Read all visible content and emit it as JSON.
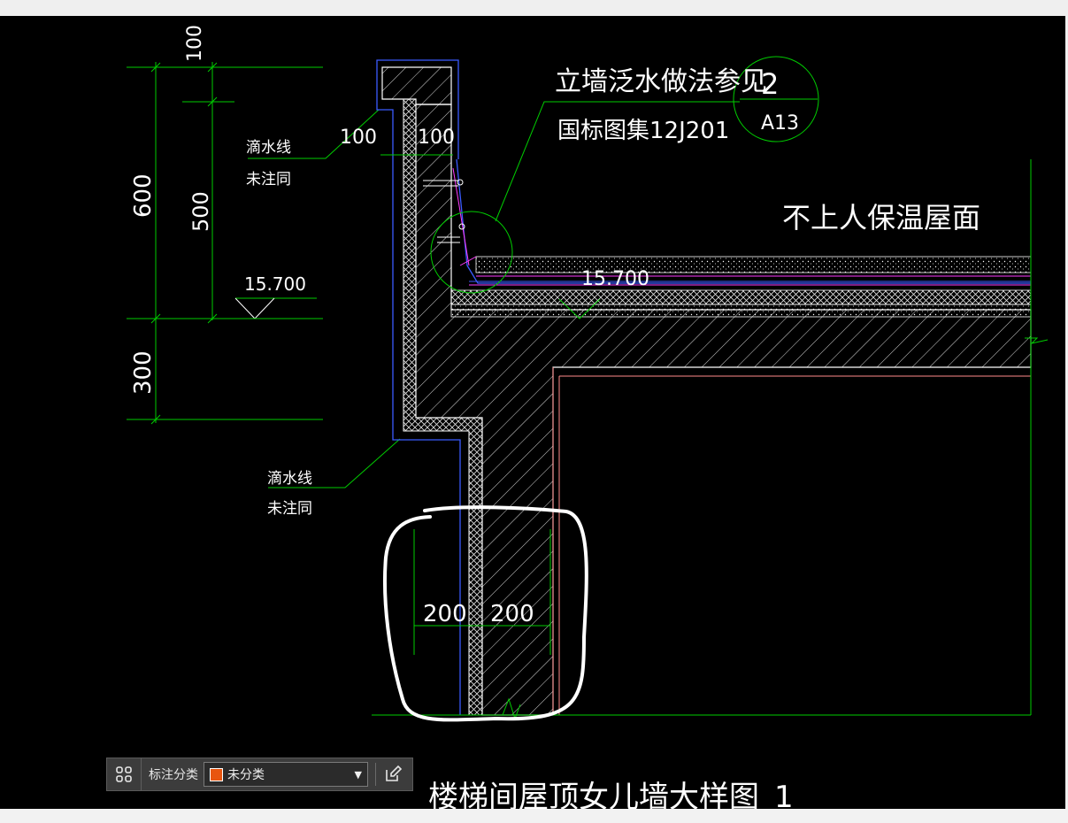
{
  "drawing": {
    "dims": {
      "d100_top": "100",
      "d600": "600",
      "d500": "500",
      "d300": "300",
      "d100_a": "100",
      "d100_b": "100",
      "d200_left": "200",
      "d200_right": "200"
    },
    "labels": {
      "drip1_line1": "滴水线",
      "drip1_line2": "未注同",
      "drip2_line1": "滴水线",
      "drip2_line2": "未注同",
      "elevation_left": "15.700",
      "elevation_roof": "15.700",
      "note_line1": "立墙泛水做法参见",
      "note_line2": "国标图集12J201",
      "detail_number": "2",
      "detail_sheet": "A13",
      "roof_label": "不上人保温屋面",
      "drawing_title": "楼梯间屋顶女儿墙大样图_1"
    },
    "colors": {
      "background": "#000000",
      "dim_line": "#00cc00",
      "outline": "#ffffff",
      "waterproof": "#3a5bff",
      "magenta_layer": "#ff3cff",
      "annotation_circle": "#ffffff"
    }
  },
  "toolbar": {
    "grid_icon": "grid-icon",
    "label": "标注分类",
    "select_value": "未分类",
    "select_swatch_color": "#e8550f",
    "edit_icon": "edit-icon"
  }
}
